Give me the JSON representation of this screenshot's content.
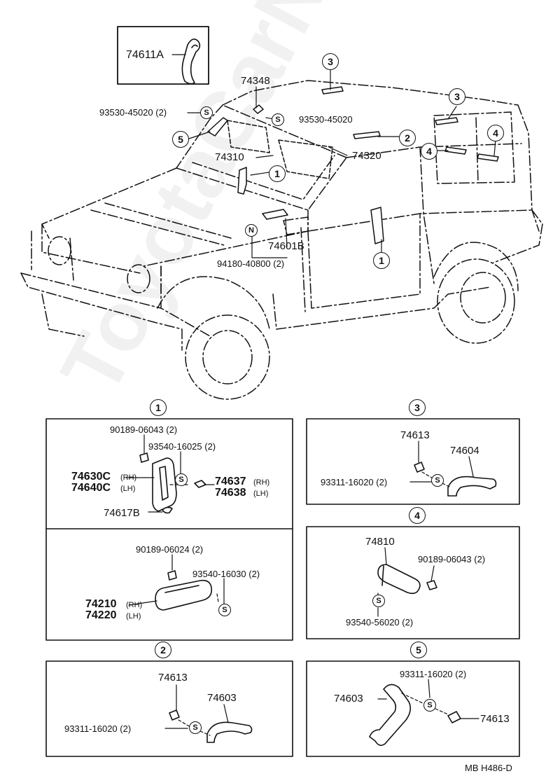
{
  "watermark": "ToyotaCarNiM.ru",
  "figure_code": "MB  H486-D",
  "main": {
    "inset_part": "74611A",
    "parts": {
      "p74348": "74348",
      "p93530_left": "93530-45020 (2)",
      "p93530_right": "93530-45020",
      "p74310": "74310",
      "p74320": "74320",
      "p74601b": "74601B",
      "p94180": "94180-40800 (2)"
    },
    "markers": {
      "s": "S",
      "n": "N"
    },
    "callouts": [
      "1",
      "2",
      "3",
      "4",
      "5"
    ]
  },
  "panel1": {
    "number": "1",
    "upper": {
      "p90189": "90189-06043 (2)",
      "p93540": "93540-16025 (2)",
      "p74630c": "74630C",
      "p74640c": "74640C",
      "rh": "(RH)",
      "lh": "(LH)",
      "p74637": "74637",
      "p74638": "74638",
      "p74617b": "74617B"
    },
    "lower": {
      "p90189": "90189-06024 (2)",
      "p93540": "93540-16030 (2)",
      "p74210": "74210",
      "p74220": "74220",
      "rh": "(RH)",
      "lh": "(LH)"
    }
  },
  "panel2": {
    "number": "2",
    "p74613": "74613",
    "p74603": "74603",
    "p93311": "93311-16020 (2)"
  },
  "panel3": {
    "number": "3",
    "p74613": "74613",
    "p74604": "74604",
    "p93311": "93311-16020 (2)"
  },
  "panel4": {
    "number": "4",
    "p74810": "74810",
    "p90189": "90189-06043 (2)",
    "p93540": "93540-56020 (2)"
  },
  "panel5": {
    "number": "5",
    "p93311": "93311-16020 (2)",
    "p74603": "74603",
    "p74613": "74613"
  }
}
